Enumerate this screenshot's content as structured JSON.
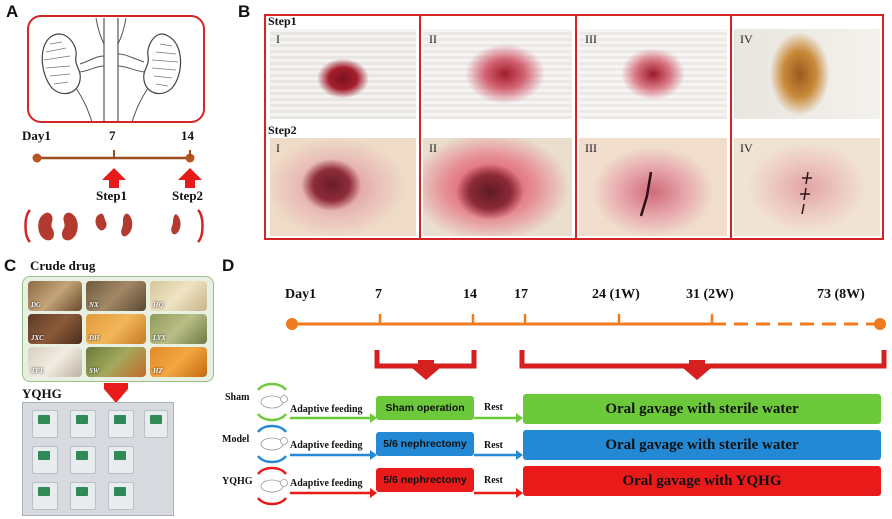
{
  "panels": {
    "a": "A",
    "b": "B",
    "c": "C",
    "d": "D"
  },
  "panel_a": {
    "timeline": [
      "Day1",
      "7",
      "14"
    ],
    "steps": [
      "Step1",
      "Step2"
    ]
  },
  "panel_b": {
    "step1_label": "Step1",
    "step2_label": "Step2",
    "romans": [
      "I",
      "II",
      "III",
      "IV"
    ]
  },
  "panel_c": {
    "crude_title": "Crude drug",
    "herbs": [
      "DG",
      "NX",
      "HQ",
      "JXC",
      "DH",
      "LYX",
      "TFL",
      "SW",
      "HZ"
    ],
    "product": "YQHG"
  },
  "panel_d": {
    "timeline": [
      "Day1",
      "7",
      "14",
      "17",
      "24 (1W)",
      "31 (2W)",
      "73 (8W)"
    ],
    "groups": [
      {
        "name": "Sham",
        "feed": "Adaptive feeding",
        "surgery": "Sham operation",
        "rest": "Rest",
        "treatment": "Oral gavage with sterile water"
      },
      {
        "name": "Model",
        "feed": "Adaptive feeding",
        "surgery": "5/6 nephrectomy",
        "rest": "Rest",
        "treatment": "Oral gavage with sterile water"
      },
      {
        "name": "YQHG",
        "feed": "Adaptive feeding",
        "surgery": "5/6 nephrectomy",
        "rest": "Rest",
        "treatment": "Oral gavage with YQHG"
      }
    ],
    "colors": {
      "sham": "#6cc93a",
      "model": "#2389d4",
      "yqhg": "#e81a1a",
      "timeline": "#f07a1e",
      "bracket": "#d61f1f"
    }
  }
}
